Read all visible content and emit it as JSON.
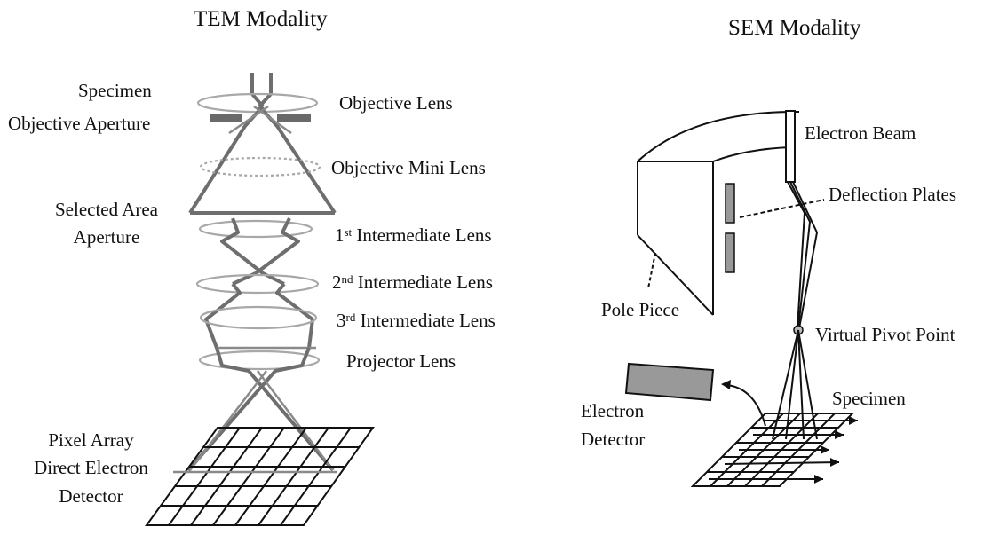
{
  "tem": {
    "title": "TEM Modality",
    "labels": {
      "specimen": "Specimen",
      "objective_aperture": "Objective Aperture",
      "objective_lens": "Objective Lens",
      "objective_mini_lens": "Objective Mini Lens",
      "selected_area_1": "Selected Area",
      "selected_area_2": "Aperture",
      "intermediate_1_num": "1",
      "intermediate_1_sup": "st",
      "intermediate_1_text": " Intermediate Lens",
      "intermediate_2_num": "2",
      "intermediate_2_sup": "nd",
      "intermediate_2_text": " Intermediate Lens",
      "intermediate_3_num": "3",
      "intermediate_3_sup": "rd",
      "intermediate_3_text": " Intermediate Lens",
      "projector_lens": "Projector Lens",
      "detector_1": "Pixel Array",
      "detector_2": "Direct Electron",
      "detector_3": "Detector"
    }
  },
  "sem": {
    "title": "SEM Modality",
    "labels": {
      "electron_beam": "Electron Beam",
      "deflection_plates": "Deflection Plates",
      "pole_piece": "Pole Piece",
      "virtual_pivot_point": "Virtual Pivot Point",
      "electron_detector_1": "Electron",
      "electron_detector_2": "Detector",
      "specimen": "Specimen"
    }
  },
  "colors": {
    "lens": "#a8a8a8",
    "ray": "#6e6e6e",
    "aperture": "#6a6a6a",
    "detector_box": "#999999",
    "ink": "#111111"
  }
}
